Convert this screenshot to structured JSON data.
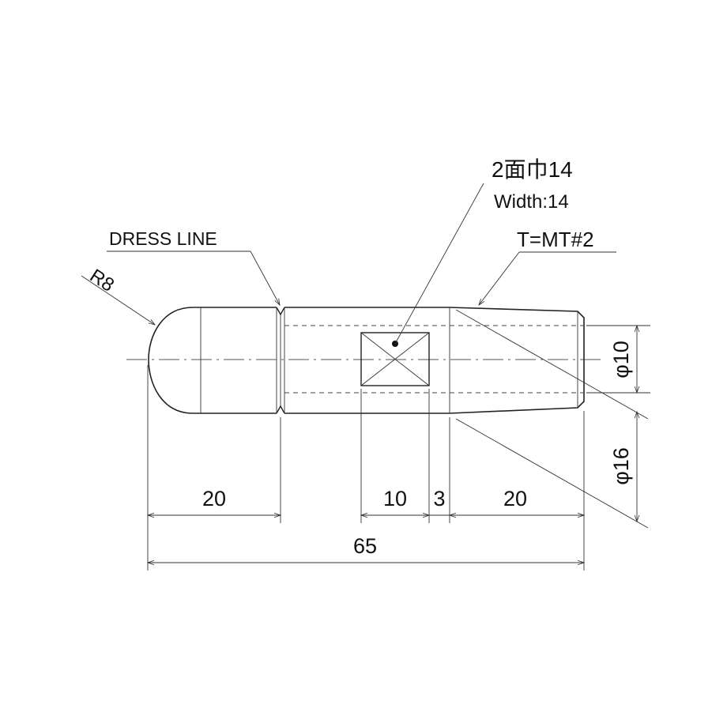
{
  "labels": {
    "width_jp": "2面巾14",
    "width_en": "Width:14",
    "taper": "T=MT#2",
    "dress_line": "DRESS LINE",
    "radius": "R8"
  },
  "dimensions": {
    "len_head": "20",
    "len_flat": "10",
    "len_gap": "3",
    "len_taper": "20",
    "len_total": "65",
    "dia_small": "φ10",
    "dia_large": "φ16"
  }
}
